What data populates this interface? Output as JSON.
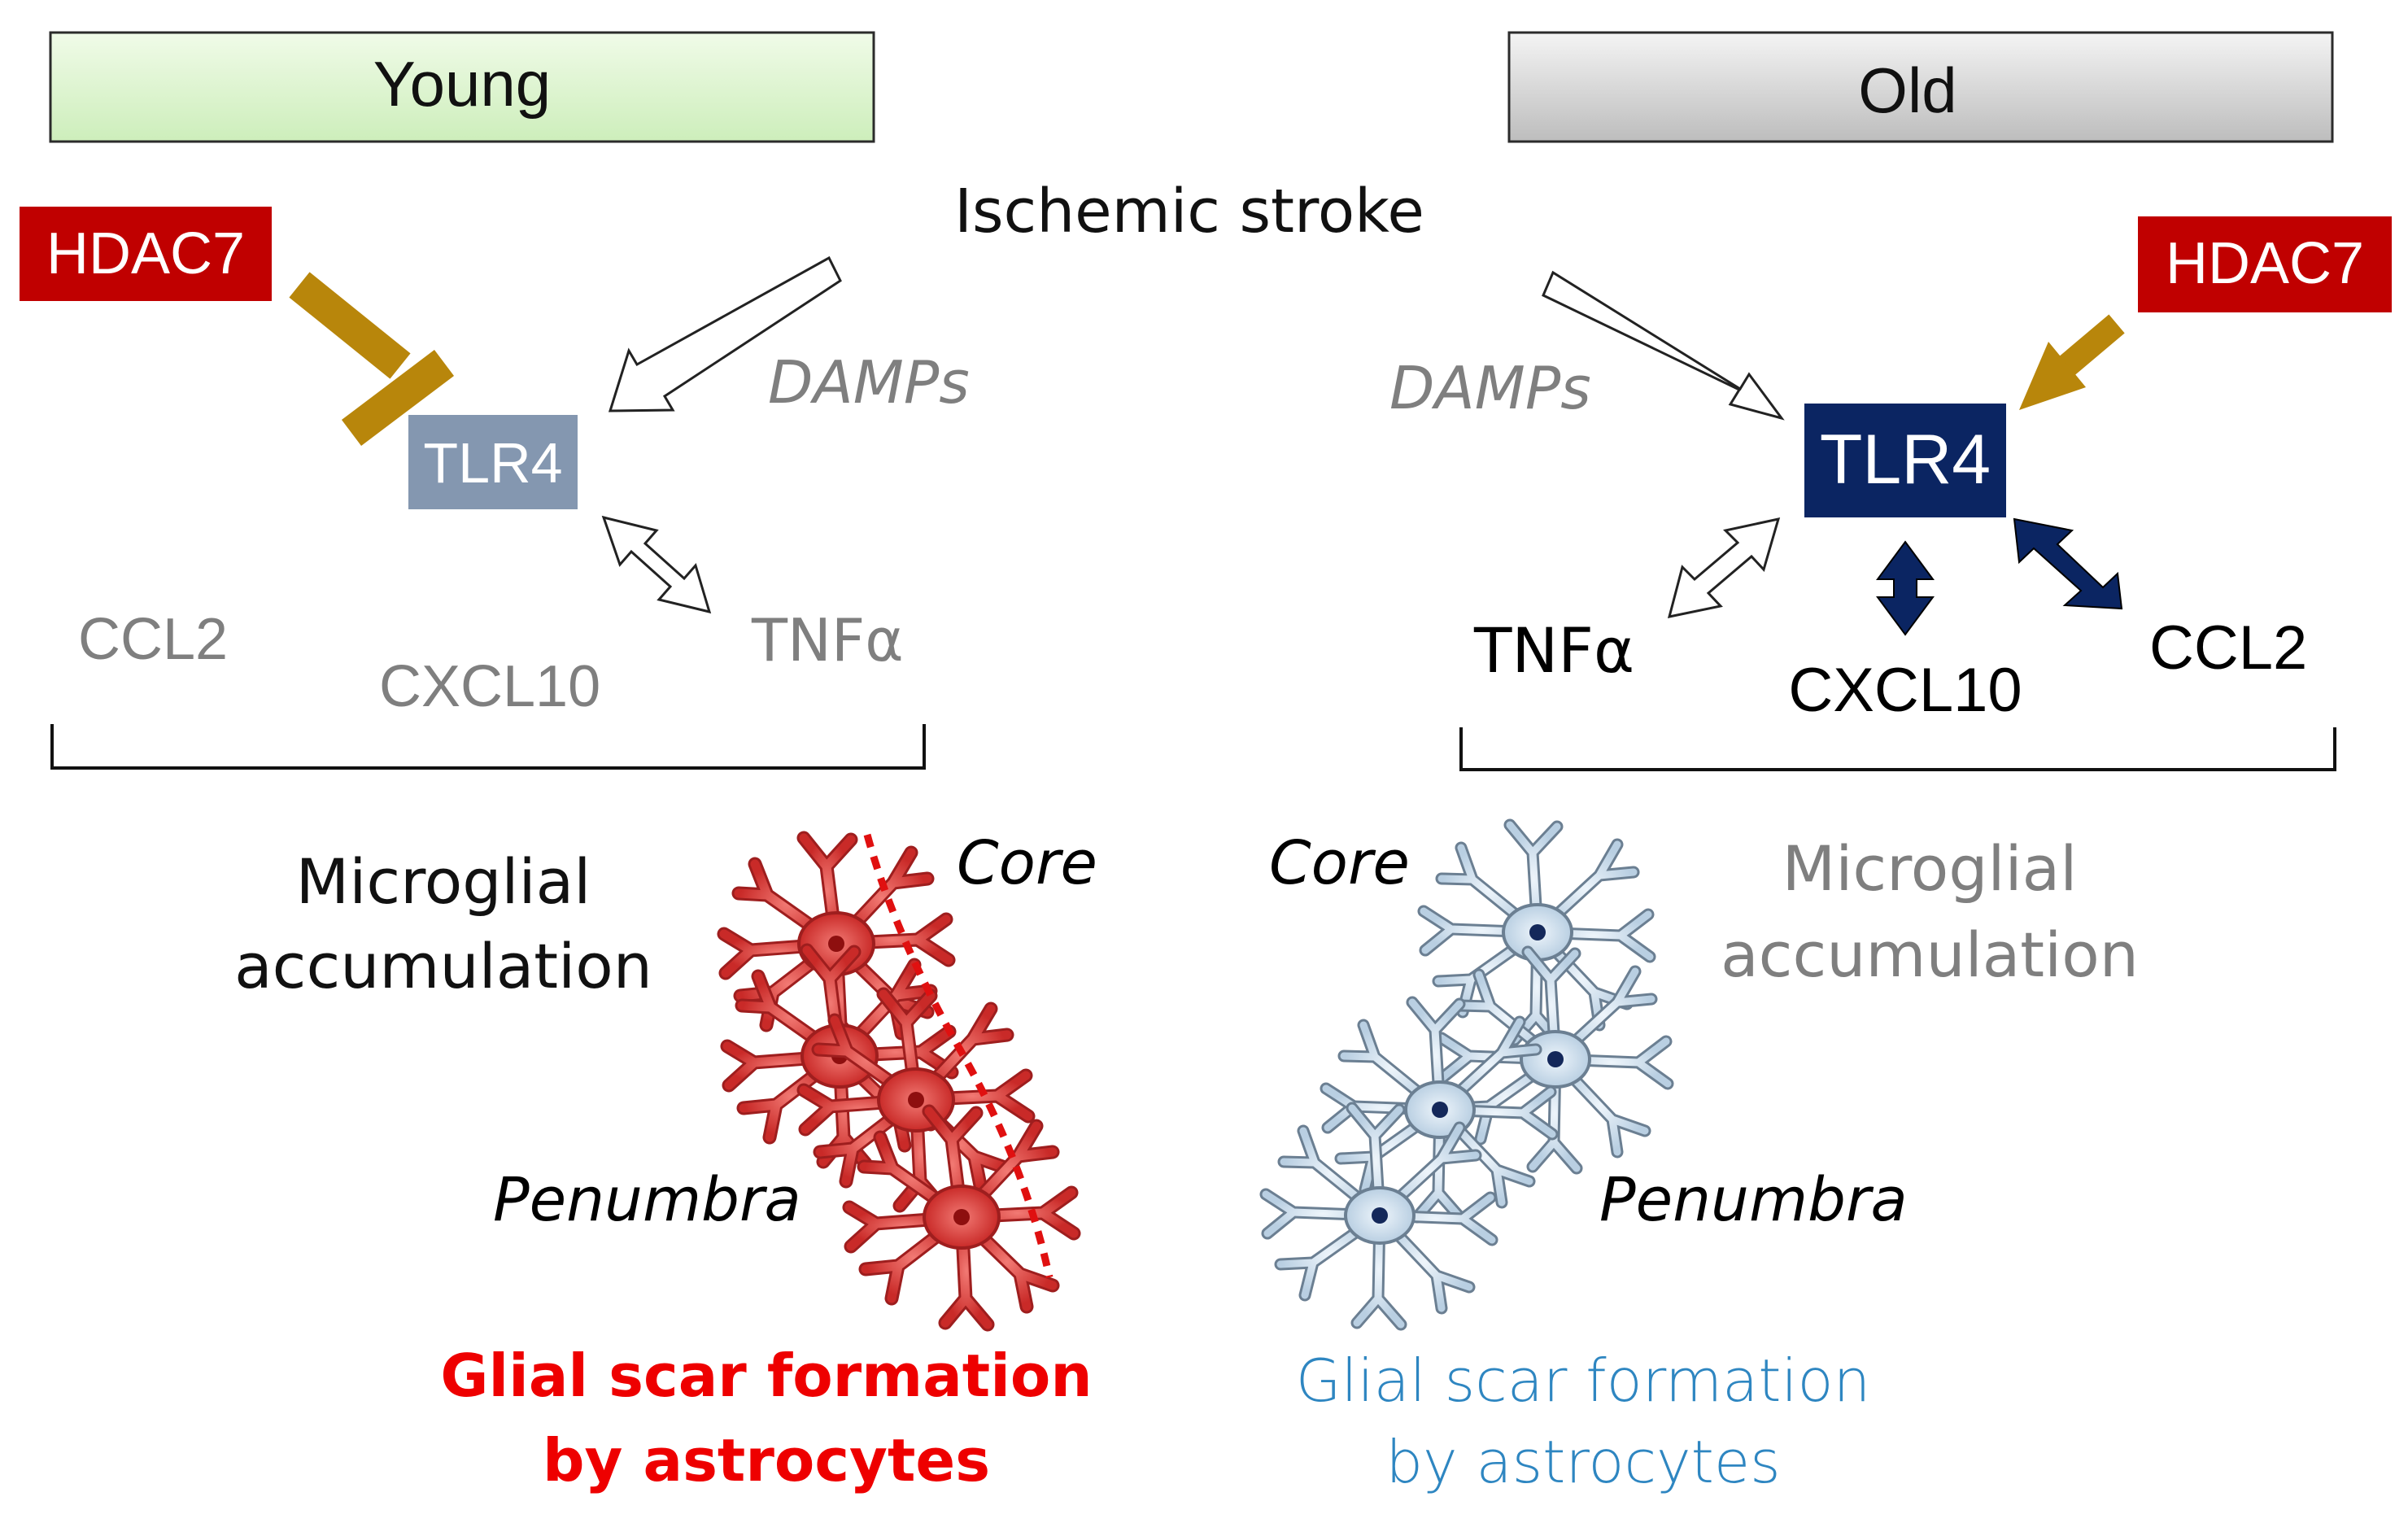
{
  "header": {
    "young": "Young",
    "old": "Old",
    "stimulus": "Ischemic stroke"
  },
  "young": {
    "hdac7": "HDAC7",
    "tlr4": "TLR4",
    "damps": "DAMPs",
    "ccl2": "CCL2",
    "cxcl10": "CXCL10",
    "tnfa": "TNFα",
    "microglial_line1": "Microglial",
    "microglial_line2": "accumulation",
    "core": "Core",
    "penumbra": "Penumbra",
    "scar_line1": "Glial scar formation",
    "scar_line2": "by astrocytes"
  },
  "old": {
    "hdac7": "HDAC7",
    "tlr4": "TLR4",
    "damps": "DAMPs",
    "tnfa": "TNFα",
    "cxcl10": "CXCL10",
    "ccl2": "CCL2",
    "microglial_line1": "Microglial",
    "microglial_line2": "accumulation",
    "core": "Core",
    "penumbra": "Penumbra",
    "scar_line1": "Glial scar formation",
    "scar_line2": "by astrocytes"
  },
  "colors": {
    "young_header_fill": "#d8f2c9",
    "young_header_stroke": "#5aa04a",
    "old_header_fill": "#d6d6d6",
    "hdac7": "#c00000",
    "inhibit_bar": "#b8860b",
    "tlr4_young": "#8497b0",
    "tlr4_old": "#0b2562",
    "gray_text": "#7f7f7f",
    "scar_young": "#ee0000",
    "scar_old": "#2e86c1",
    "astro_red": "#d9302e",
    "astro_blue": "#cfe0ee"
  }
}
